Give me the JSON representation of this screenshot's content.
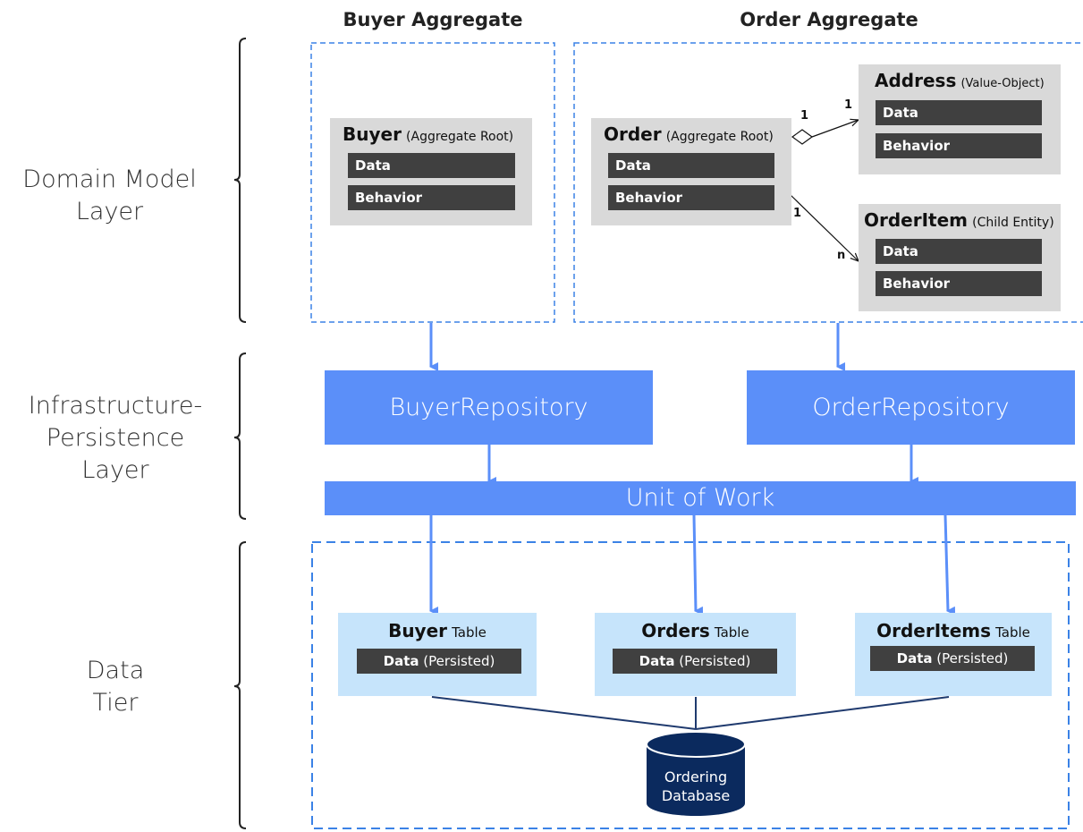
{
  "layers": {
    "domain": [
      "Domain Model",
      "Layer"
    ],
    "infrastructure": [
      "Infrastructure-",
      "Persistence",
      "Layer"
    ],
    "data": [
      "Data",
      "Tier"
    ]
  },
  "aggregates": {
    "buyer": {
      "title": "Buyer Aggregate",
      "root": {
        "name": "Buyer",
        "role": "(Aggregate Root)",
        "bars": [
          "Data",
          "Behavior"
        ]
      }
    },
    "order": {
      "title": "Order Aggregate",
      "root": {
        "name": "Order",
        "role": "(Aggregate Root)",
        "bars": [
          "Data",
          "Behavior"
        ]
      },
      "address": {
        "name": "Address",
        "role": "(Value-Object)",
        "bars": [
          "Data",
          "Behavior"
        ]
      },
      "order_item": {
        "name": "OrderItem",
        "role": "(Child Entity)",
        "bars": [
          "Data",
          "Behavior"
        ]
      },
      "multiplicities": {
        "address_from": "1",
        "address_to": "1",
        "item_from": "1",
        "item_to": "n"
      }
    }
  },
  "repositories": {
    "buyer": "BuyerRepository",
    "order": "OrderRepository",
    "unit_of_work": "Unit of Work"
  },
  "tables": [
    {
      "name": "Buyer",
      "suffix": "Table",
      "data_label": "Data",
      "data_note": "(Persisted)"
    },
    {
      "name": "Orders",
      "suffix": "Table",
      "data_label": "Data",
      "data_note": "(Persisted)"
    },
    {
      "name": "OrderItems",
      "suffix": "Table",
      "data_label": "Data",
      "data_note": "(Persisted)"
    }
  ],
  "database": {
    "line1": "Ordering",
    "line2": "Database"
  },
  "colors": {
    "blue": "#5b8ff9",
    "dashed_border": "#3b82e6",
    "entity_bg": "#d9d9d9",
    "bar_bg": "#404040",
    "table_bg": "#c6e4fb",
    "db_fill": "#0b2a5e",
    "connector": "#1f3a6e"
  }
}
